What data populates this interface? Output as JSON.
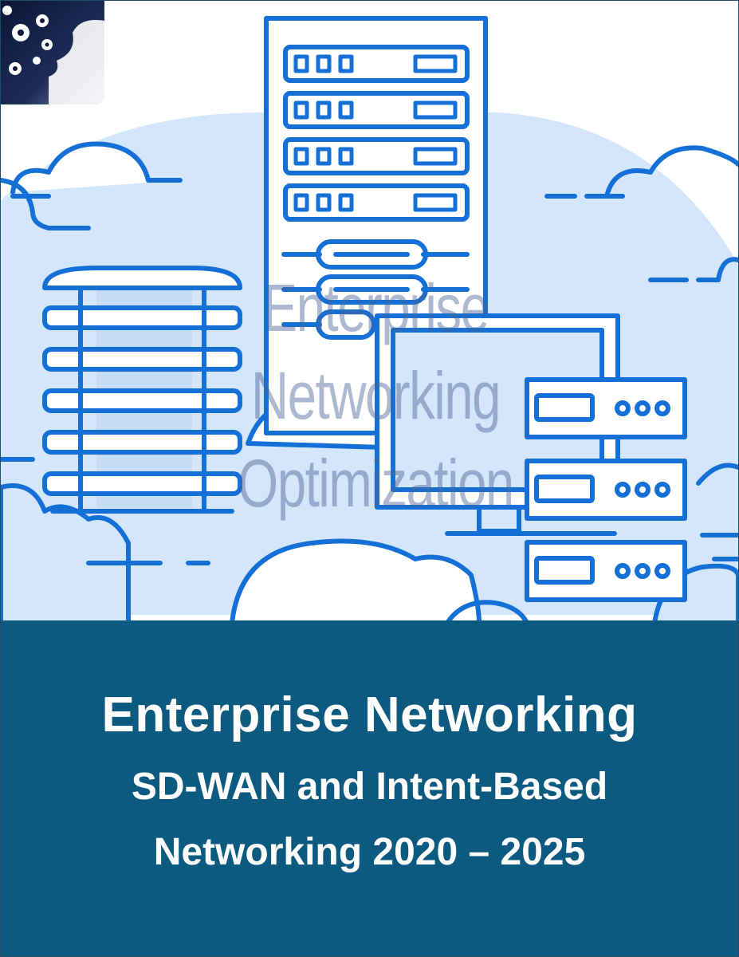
{
  "cover": {
    "watermark_lines": [
      "Enterprise",
      "Networking",
      "Optimization"
    ],
    "title": "Enterprise Networking",
    "subtitle_line1": "SD-WAN and Intent-Based",
    "subtitle_line2": "Networking 2020 – 2025"
  },
  "colors": {
    "accent_blue": "#1470d6",
    "cloud_fill": "#d4e6fb",
    "band": "#0d5a80",
    "logo_bg": "#0c1a3a"
  }
}
